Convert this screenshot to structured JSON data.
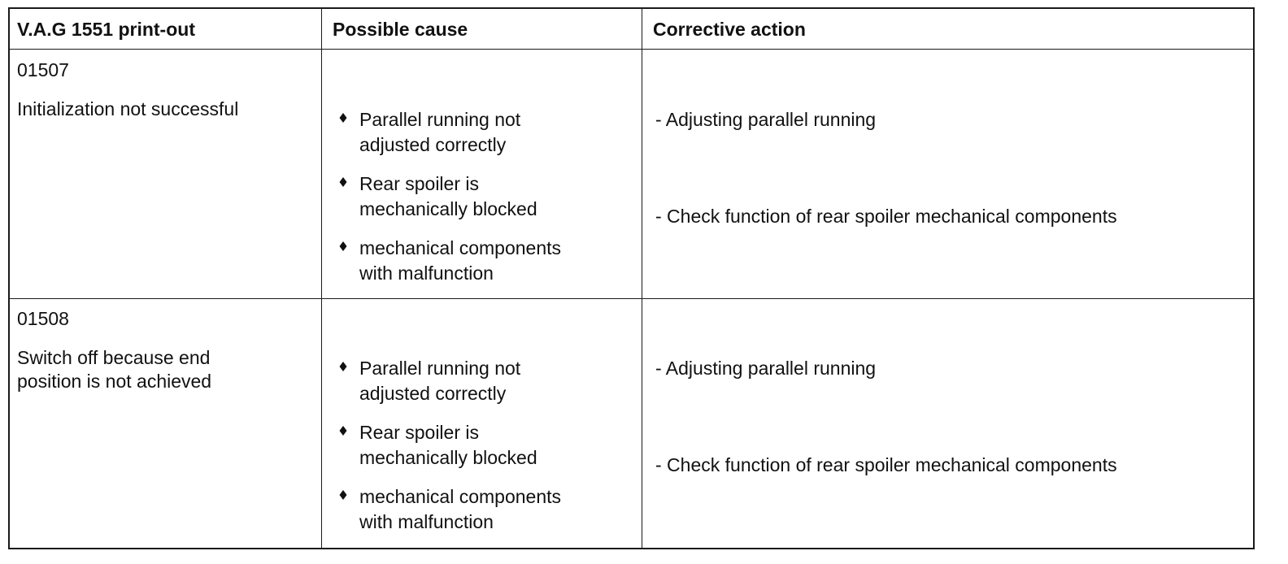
{
  "table": {
    "headers": {
      "printout": "V.A.G 1551 print-out",
      "cause": "Possible cause",
      "action": "Corrective action"
    },
    "rows": [
      {
        "code": "01507",
        "description": "Initialization not successful",
        "causes": [
          "Parallel running not\nadjusted correctly",
          "Rear spoiler is\nmechanically blocked",
          "mechanical components\nwith malfunction"
        ],
        "actions": [
          "- Adjusting parallel running",
          "- Check function of rear spoiler mechanical components"
        ]
      },
      {
        "code": "01508",
        "description": "Switch off because end\nposition is not achieved",
        "causes": [
          "Parallel running not\nadjusted correctly",
          "Rear spoiler is\nmechanically blocked",
          "mechanical components\nwith malfunction"
        ],
        "actions": [
          "- Adjusting parallel running",
          "- Check function of rear spoiler mechanical components"
        ]
      }
    ]
  }
}
